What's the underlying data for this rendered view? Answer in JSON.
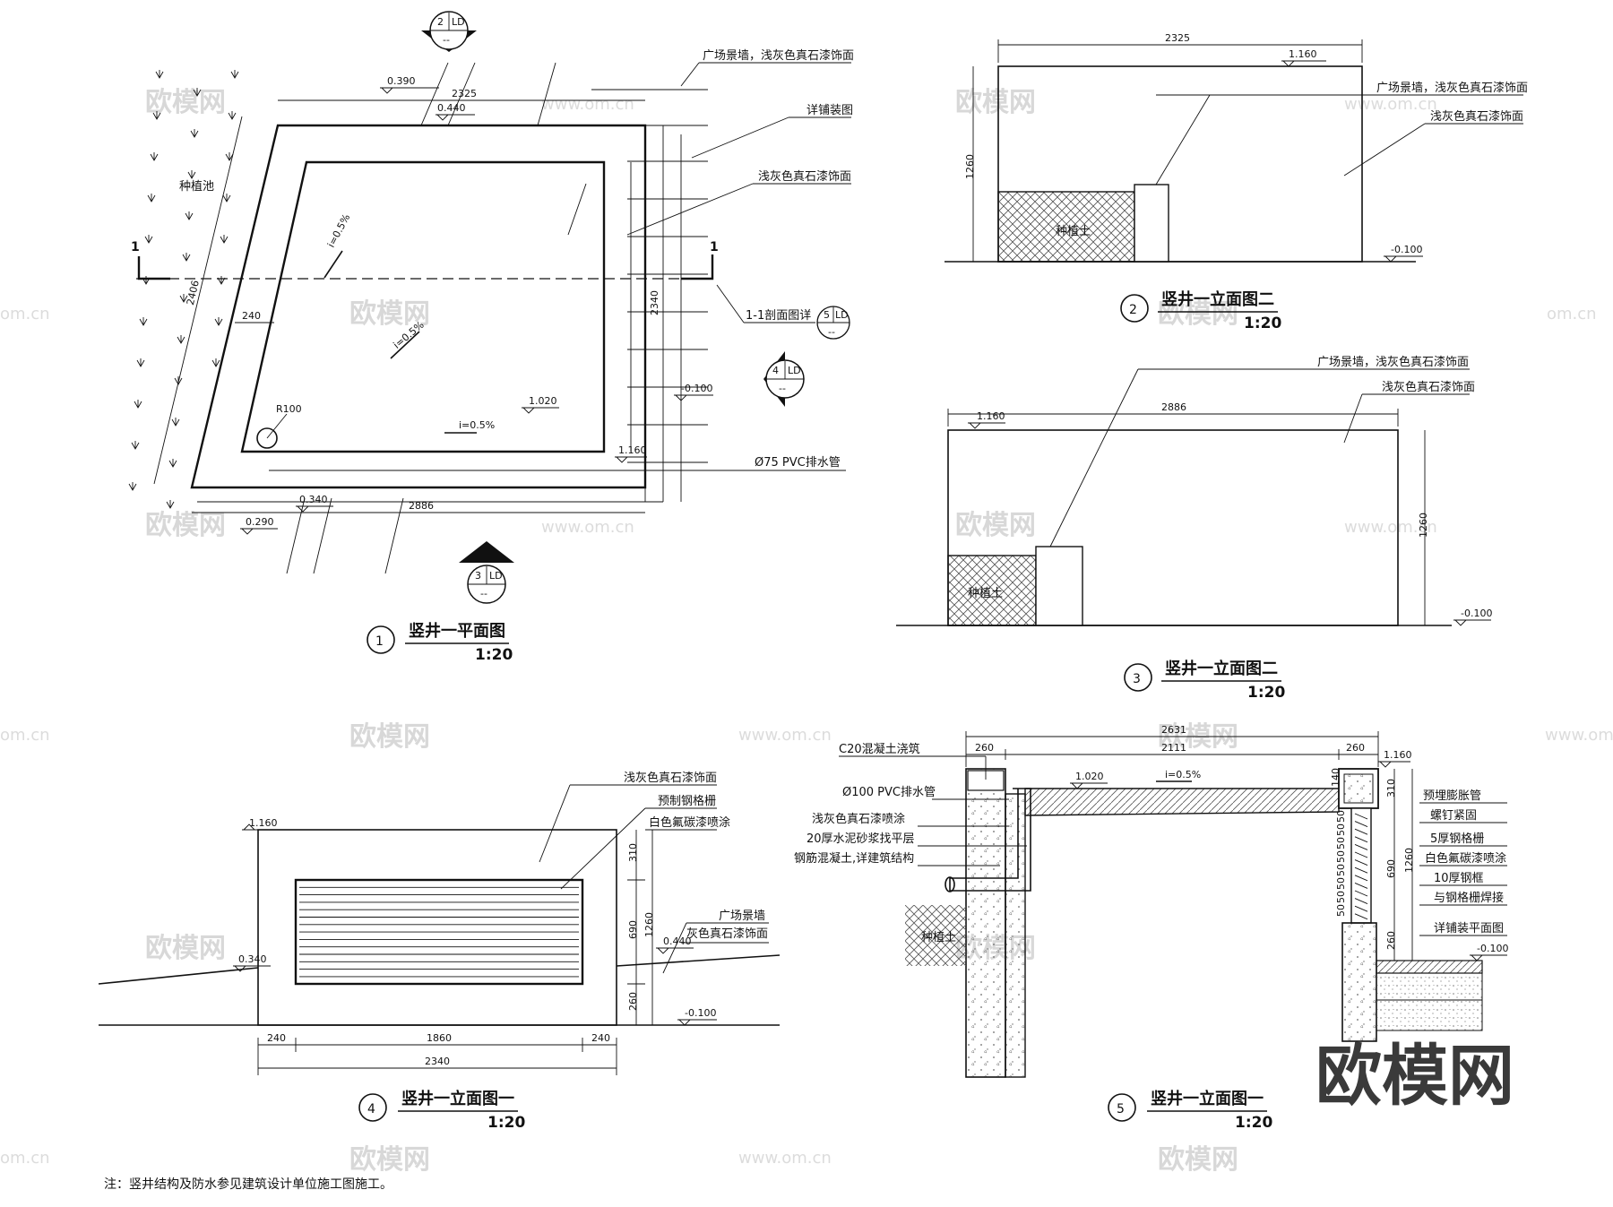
{
  "plan": {
    "title": "竖井一平面图",
    "scale": "1:20",
    "num": "1",
    "labels": {
      "wall": "广场景墙，浅灰色真石漆饰面",
      "paving": "详铺装图",
      "finish": "浅灰色真石漆饰面",
      "section_ref": "1-1剖面图详",
      "pipe": "Ø75 PVC排水管",
      "planting": "种植池",
      "radius": "R100",
      "slope1": "i=0.5%",
      "slope2": "i=0.5%",
      "slope3": "i=0.5%",
      "cut": "1"
    },
    "dims": {
      "top": "2325",
      "bottom": "2886",
      "left": "2406",
      "right": "2340",
      "wall": "240"
    },
    "levels": [
      "0.390",
      "0.440",
      "1.020",
      "-0.100",
      "1.160",
      "0.340",
      "0.290"
    ],
    "sym_top": {
      "n": "2",
      "s": "LD",
      "b": "--"
    },
    "sym_right": {
      "n": "4",
      "s": "LD",
      "b": "--"
    },
    "sym_bottom": {
      "n": "3",
      "s": "LD",
      "b": "--"
    },
    "sym_sec": {
      "n": "5",
      "s": "LD",
      "b": "--"
    }
  },
  "elev2": {
    "title": "竖井一立面图二",
    "scale": "1:20",
    "num": "2",
    "dim_w": "2325",
    "dim_h": "1260",
    "lv_top": "1.160",
    "lv_bot": "-0.100",
    "l1": "广场景墙，浅灰色真石漆饰面",
    "l2": "浅灰色真石漆饰面",
    "soil": "种植土"
  },
  "elev3": {
    "title": "竖井一立面图二",
    "scale": "1:20",
    "num": "3",
    "dim_w": "2886",
    "dim_h": "1260",
    "lv_top": "1.160",
    "lv_bot": "-0.100",
    "l1": "广场景墙，浅灰色真石漆饰面",
    "l2": "浅灰色真石漆饰面",
    "soil": "种植土"
  },
  "elev4": {
    "title": "竖井一立面图一",
    "scale": "1:20",
    "num": "4",
    "lv_top": "1.160",
    "lv_left": "0.340",
    "lv_right": "0.440",
    "lv_bot": "-0.100",
    "l1": "浅灰色真石漆饰面",
    "l2": "预制钢格栅",
    "l3": "白色氟碳漆喷涂",
    "l4": "广场景墙",
    "l5": "灰色真石漆饰面",
    "dims_bottom": [
      "240",
      "1860",
      "240"
    ],
    "dim_total": "2340",
    "dims_side": [
      "310",
      "690",
      "260"
    ],
    "dim_side_total": "1260"
  },
  "sec5": {
    "title": "竖井一立面图一",
    "scale": "1:20",
    "num": "5",
    "dim_total": "2631",
    "dims_top": [
      "260",
      "2111",
      "260"
    ],
    "lv_top": "1.160",
    "lv_in": "1.020",
    "lv_bot": "-0.100",
    "slope": "i=0.5%",
    "dim_140": "140",
    "side_dims": [
      "310",
      "690",
      "1260",
      "260"
    ],
    "grid_dims": [
      "50",
      "50",
      "50",
      "50",
      "50",
      "50",
      "50",
      "50"
    ],
    "left_labels": [
      "C20混凝土浇筑",
      "Ø100 PVC排水管",
      "浅灰色真石漆喷涂",
      "20厚水泥砂浆找平层",
      "钢筋混凝土,详建筑结构"
    ],
    "right_labels": [
      "预埋膨胀管",
      "螺钉紧固",
      "5厚钢格栅",
      "白色氟碳漆喷涂",
      "10厚钢框",
      "与钢格栅焊接",
      "详铺装平面图"
    ],
    "soil": "种植土"
  },
  "note": "注：竖井结构及防水参见建筑设计单位施工图施工。",
  "watermark": {
    "brand": "欧模网",
    "url": "www.om.cn",
    "domain": "om.cn"
  }
}
